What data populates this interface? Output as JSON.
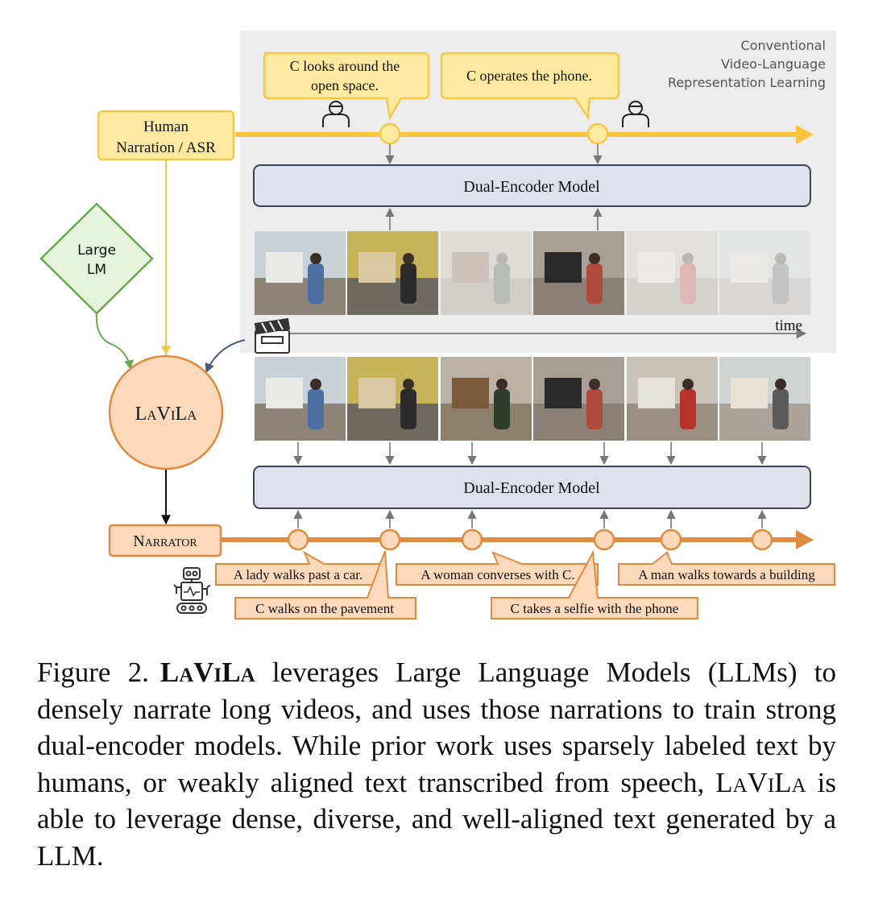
{
  "figure": {
    "conventional_label": [
      "Conventional",
      "Video-Language",
      "Representation Learning"
    ],
    "human_narration_label": [
      "Human",
      "Narration / ASR"
    ],
    "large_lm_label": [
      "Large",
      "LM"
    ],
    "lavila_label": "LaViLa",
    "narrator_label": "Narrator",
    "top_encoder_label": "Dual-Encoder Model",
    "bottom_encoder_label": "Dual-Encoder Model",
    "time_label": "time",
    "human_bubbles": [
      {
        "lines": [
          "C looks around the",
          "open space."
        ]
      },
      {
        "lines": [
          "C operates the phone."
        ]
      }
    ],
    "narrator_captions": [
      "A lady walks past a car.",
      "C walks on the pavement",
      "A woman converses with C.",
      "C takes a selfie with the phone",
      "A man walks towards a building"
    ],
    "colors": {
      "yellow_line": "#f7c53b",
      "yellow_fill": "#fdeaa0",
      "orange_line": "#e08a3d",
      "orange_fill": "#fcd9bb",
      "green_line": "#6aa84f",
      "green_fill": "#e5f3da",
      "encoder_fill": "#dfe1ea",
      "encoder_stroke": "#3e4456",
      "gray_panel": "#ececec"
    },
    "icons": [
      "person-icon",
      "clapperboard-icon",
      "robot-icon"
    ]
  },
  "caption": {
    "label": "Figure 2.",
    "name": "LaViLa",
    "text_1": " leverages Large Language Models (LLMs) to densely narrate long videos, and uses those narrations to train strong dual-encoder models. While prior work uses sparsely labeled text by humans, or weakly aligned text transcribed from speech, ",
    "text_2": " is able to leverage dense, diverse, and well-aligned text generated by a LLM."
  }
}
